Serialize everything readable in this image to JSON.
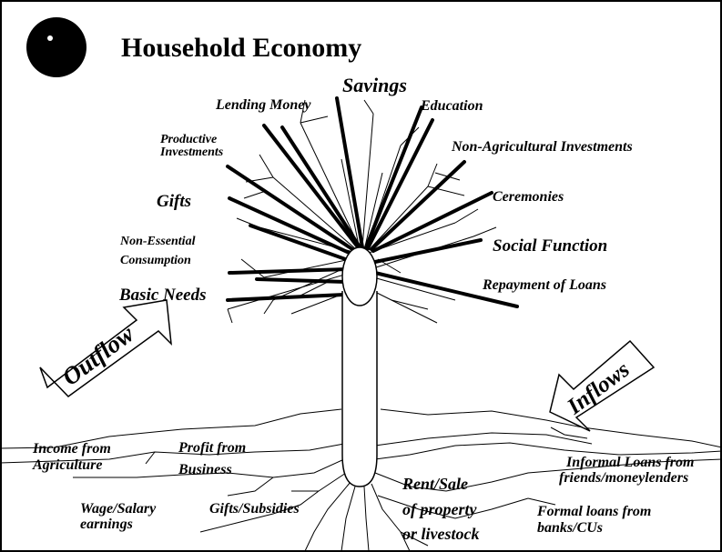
{
  "title": "Household Economy",
  "outflow_label": "Outflow",
  "inflow_label": "Inflows",
  "branches": {
    "savings": "Savings",
    "lending_money": "Lending Money",
    "education": "Education",
    "productive_investments_1": "Productive",
    "productive_investments_2": "Investments",
    "non_agricultural_investments": "Non-Agricultural Investments",
    "gifts": "Gifts",
    "ceremonies": "Ceremonies",
    "non_essential_1": "Non-Essential",
    "non_essential_2": "Consumption",
    "social_function": "Social Function",
    "basic_needs": "Basic Needs",
    "repayment_of_loans": "Repayment of Loans"
  },
  "roots": {
    "income_agri_1": "Income from",
    "income_agri_2": "Agriculture",
    "profit_business_1": "Profit from",
    "profit_business_2": "Business",
    "rent_sale_1": "Rent/Sale",
    "rent_sale_2": "of property",
    "rent_sale_3": "or livestock",
    "informal_loans_1": "Informal Loans from",
    "informal_loans_2": "friends/moneylenders",
    "wage_salary_1": "Wage/Salary",
    "wage_salary_2": "earnings",
    "gifts_subsidies": "Gifts/Subsidies",
    "formal_loans_1": "Formal loans from",
    "formal_loans_2": "banks/CUs"
  },
  "colors": {
    "ink": "#000000",
    "paper": "#ffffff"
  }
}
